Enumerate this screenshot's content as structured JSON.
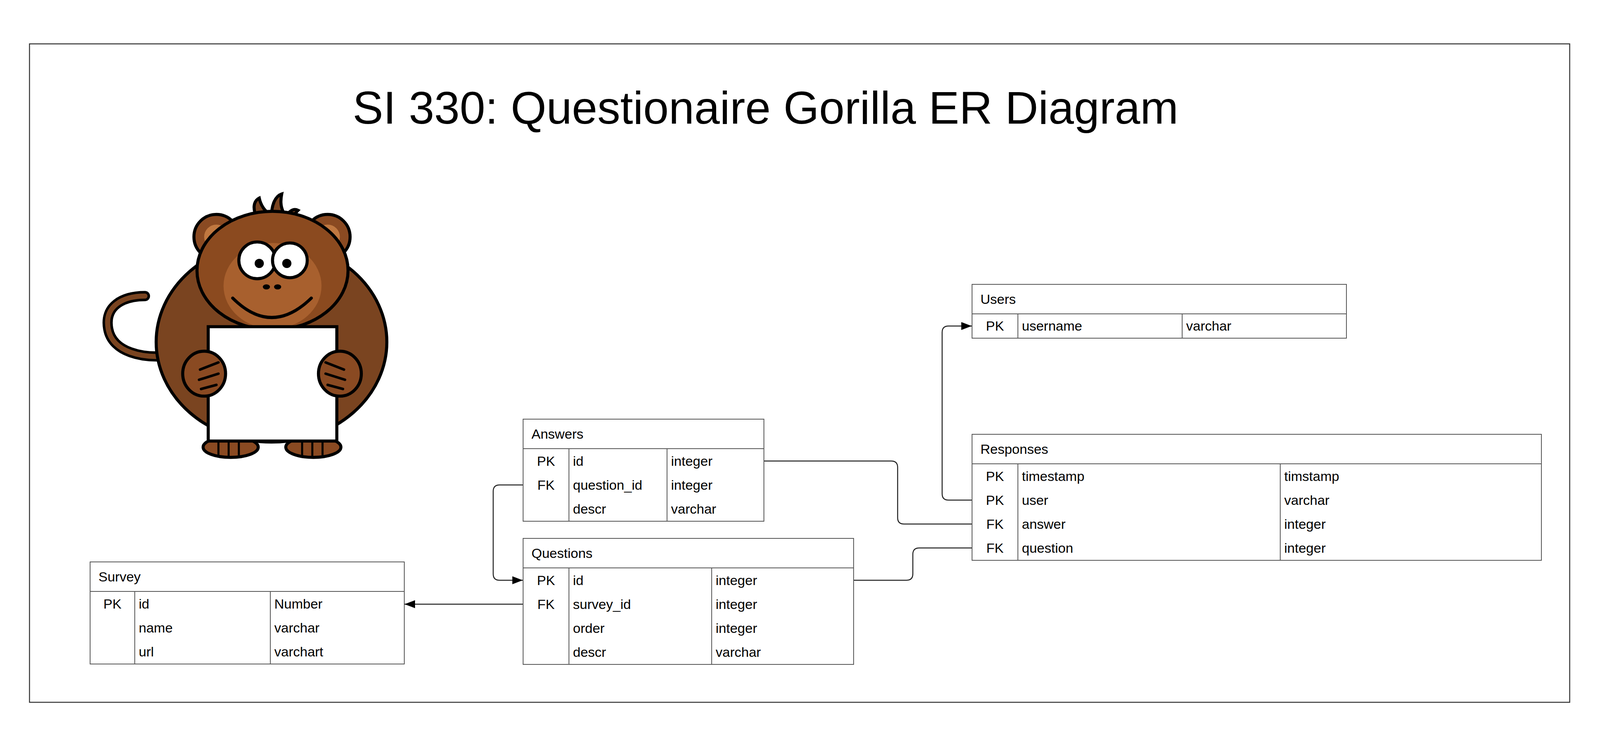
{
  "diagram": {
    "title": "SI 330: Questionaire Gorilla ER Diagram",
    "nodes": [
      {
        "text": [
          "Users",
          "PK",
          "username",
          "varchar"
        ]
      },
      {
        "text": [
          "Answers",
          "PK",
          "id",
          "integer",
          "FK",
          "question_id",
          "integer",
          "descr",
          "varchar"
        ]
      },
      {
        "text": [
          "Responses",
          "PK",
          "timestamp",
          "timstamp",
          "PK",
          "user",
          "varchar",
          "FK",
          "answer",
          "integer",
          "FK",
          "question",
          "integer"
        ]
      },
      {
        "text": [
          "Questions",
          "PK",
          "id",
          "integer",
          "FK",
          "survey_id",
          "integer",
          "order",
          "integer",
          "descr",
          "varchar"
        ]
      },
      {
        "text": [
          "Survey",
          "PK",
          "id",
          "Number",
          "name",
          "varchar",
          "url",
          "varchart"
        ]
      }
    ],
    "edges": [
      {
        "from": 1,
        "to": 3,
        "arrow": "to"
      },
      {
        "from": 3,
        "to": 4,
        "arrow": "to"
      },
      {
        "from": 2,
        "to": 0,
        "arrow": "to"
      },
      {
        "from": 1,
        "to": 2,
        "arrow": "none"
      },
      {
        "from": 3,
        "to": 2,
        "arrow": "none"
      }
    ]
  }
}
